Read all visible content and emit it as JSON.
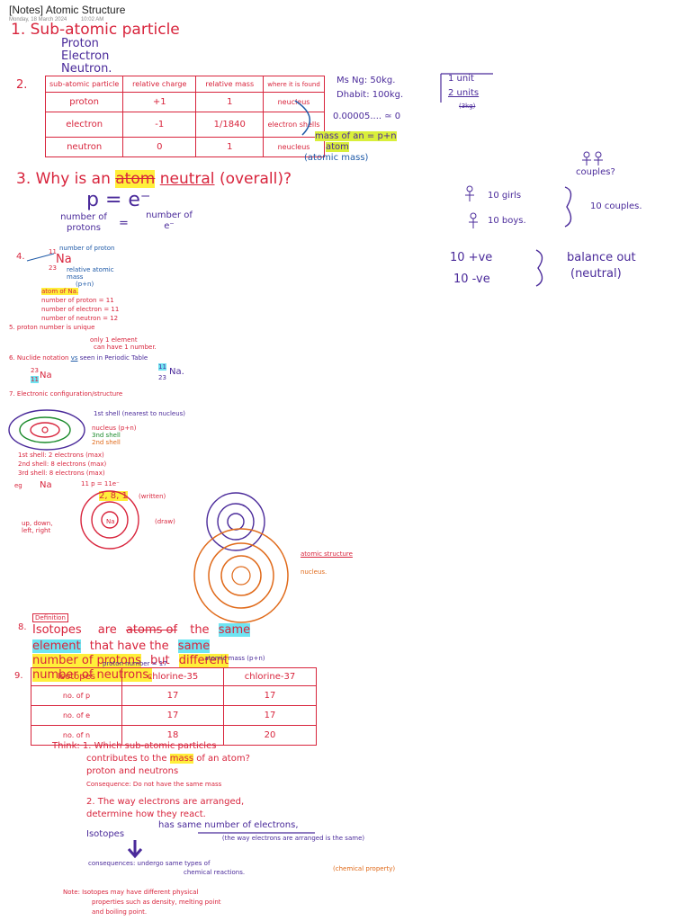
{
  "header": {
    "title": "[Notes] Atomic Structure",
    "date": "Monday, 18 March 2024",
    "time": "10:02 AM"
  },
  "s1": {
    "heading": "1. Sub-atomic particle",
    "items": [
      "Proton",
      "Electron",
      "Neutron."
    ]
  },
  "s2": {
    "num": "2.",
    "headers": [
      "sub-atomic particle",
      "relative charge",
      "relative mass",
      "where it is found"
    ],
    "rows": [
      [
        "proton",
        "+1",
        "1",
        "neucleus"
      ],
      [
        "electron",
        "-1",
        "1/1840",
        "electron shells"
      ],
      [
        "neutron",
        "0",
        "1",
        "neucleus"
      ]
    ],
    "side": {
      "ms": "Ms Ng: 50kg.",
      "dhabit": "Dhabit: 100kg.",
      "unit1": "1 unit",
      "unit2": "2 units",
      "unit3": "(3kg)",
      "approx": "0.00005.... ≃ 0",
      "mass_line1": "mass of an = p+n",
      "mass_line2": "atom",
      "atomic_mass": "(atomic mass)"
    }
  },
  "s3": {
    "heading_pre": "3. Why is an",
    "heading_atom": "atom",
    "heading_neutral": "neutral",
    "heading_post": "(overall)?",
    "eq": "p = e⁻",
    "left": "number of protons",
    "eqsign": "=",
    "right": "number of e⁻",
    "couples": "couples?",
    "girls": "10 girls",
    "boys": "10 boys.",
    "tencouples": "10 couples.",
    "pos": "10 +ve",
    "neg": "10 -ve",
    "balance1": "balance out",
    "balance2": "(neutral)"
  },
  "s4": {
    "num": "4.",
    "symbol": "Na",
    "sup": "11",
    "sub": "23",
    "note1": "number of proton",
    "note2": "relative atomic mass",
    "note3": "(p+n)",
    "atom": "atom of Na.",
    "l1": "number of proton   =  11",
    "l2": "number of electron  =  11",
    "l3": "number of neutron   =  12"
  },
  "s5": {
    "line": "5. proton number is unique",
    "a": "only 1 element",
    "b": "can have 1 number."
  },
  "s6": {
    "pre": "6. Nuclide notation",
    "vs": "vs",
    "post": "seen in Periodic Table",
    "na1": "Na",
    "na1sup": "23",
    "na1sub": "11",
    "na2": "Na.",
    "na2sup": "11",
    "na2sub": "23"
  },
  "s7": {
    "heading": "7. Electronic configuration/structure",
    "l1": "1st shell (nearest to nucleus)",
    "l2": "nucleus (p+n)",
    "l3": "3nd shell",
    "l4": "2nd shell",
    "c1": "1st shell:  2 electrons (max)",
    "c2": "2nd shell:  8 electrons (max)",
    "c3": "3rd shell:  8 electrons (max)",
    "eg": "eg",
    "egna": "Na",
    "egp": "11 p = 11e⁻",
    "config": "2, 8, 1",
    "written": "(written)",
    "updown": "up, down,",
    "leftright": "left, right",
    "draw": "(draw)",
    "nuc_na": "Na",
    "atomic_structure": "atomic structure",
    "nucleus": "nucleus."
  },
  "s8": {
    "num": "8.",
    "def": "Definition",
    "w_isotopes": "Isotopes",
    "w_are": "are",
    "w_atoms_of": "atoms of",
    "w_the": "the",
    "w_same": "same",
    "w_element": "element",
    "w_that_have": "that have the",
    "w_same2": "same",
    "w_number_protons": "number of protons",
    "w_but": "but",
    "w_different": "different",
    "w_number_neutrons": "number of neutrons."
  },
  "s9": {
    "num": "9.",
    "proton_note": "proton number = 17",
    "mass_note": "atomic mass (p+n)",
    "headers": [
      "Isotopes",
      "chlorine-35",
      "chlorine-37"
    ],
    "rows": [
      [
        "no. of p",
        "17",
        "17"
      ],
      [
        "no. of e",
        "17",
        "17"
      ],
      [
        "no. of n",
        "18",
        "20"
      ]
    ]
  },
  "think": {
    "l1": "Think: 1. Which sub-atomic particles",
    "l2a": "contributes to the",
    "l2b": "mass",
    "l2c": "of an atom?",
    "l3": "proton and neutrons",
    "cons1": "Consequence: Do not have the same mass",
    "l4": "2. The way electrons are arranged,",
    "l5": "determine how they react.",
    "iso_a": "Isotopes",
    "iso_b": "has same number of electrons,",
    "iso_c": "(the way electrons are arranged is the same)",
    "cons2a": "consequences: undergo same types of",
    "cons2b": "chemical reactions.",
    "cons2c": "(chemical property)",
    "note1": "Note: Isotopes may have different physical",
    "note2": "properties such as density, melting point",
    "note3": "and boiling point."
  }
}
